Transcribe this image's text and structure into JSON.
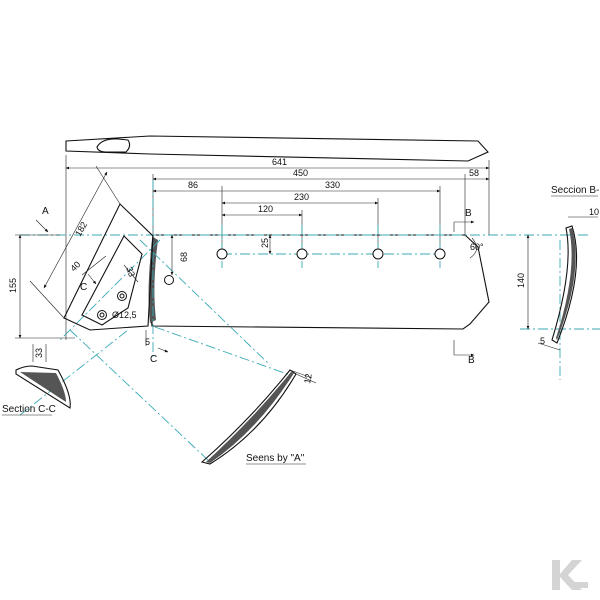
{
  "dimensions": {
    "overall_length": "641",
    "blade_length": "450",
    "right_overhang": "58",
    "hole_offset": "86",
    "hole_span_outer": "330",
    "hole_span_mid": "230",
    "hole_span_inner": "120",
    "hole_row_height": "25",
    "left_height": "68",
    "right_height": "140",
    "total_height": "155",
    "diagonal_length": "182",
    "side_40": "40",
    "side_33": "33",
    "hole_diameter": "Ø12,5",
    "left_small": "5",
    "angle": "60°",
    "section_bb_top": "10",
    "section_bb_bottom": "5",
    "section_cc_thickness": "33",
    "seen_by_a_thickness": "12"
  },
  "labels": {
    "section_bb": "Seccion B-B",
    "section_cc": "Section C-C",
    "seen_by_a": "Seens by \"A\"",
    "marker_a": "A",
    "marker_b_top": "B",
    "marker_b_bottom": "B",
    "marker_c_top": "C",
    "marker_c_bottom": "C"
  },
  "watermark": {
    "icon": "k-logo-icon"
  },
  "colors": {
    "centerline": "#3aa9b5",
    "ink": "#111111"
  }
}
